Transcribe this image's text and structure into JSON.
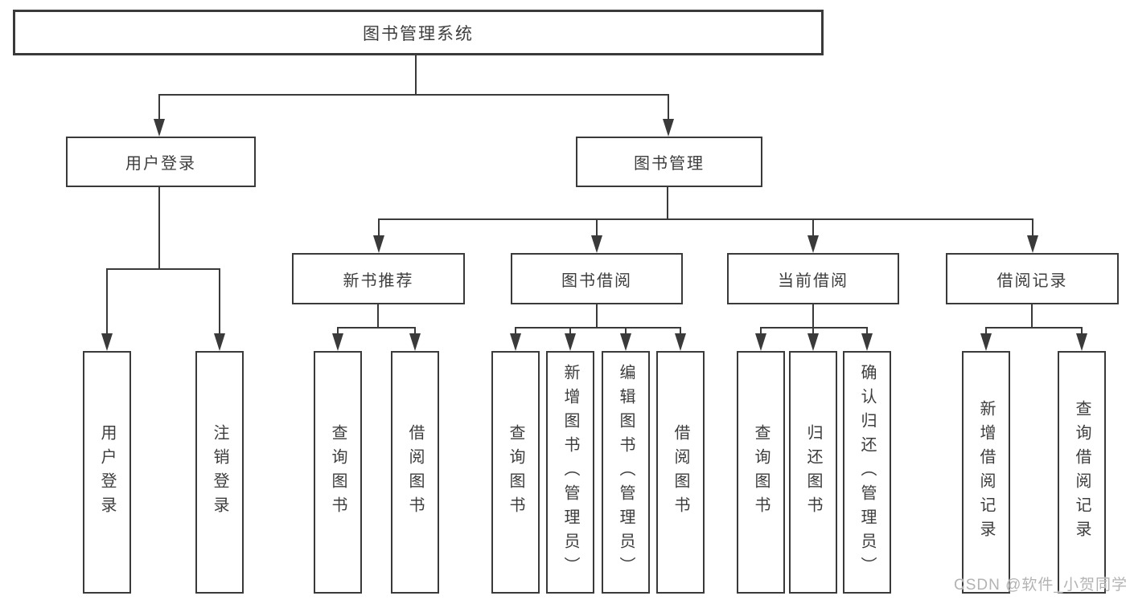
{
  "colors": {
    "line": "#3a3a3a",
    "text": "#3d3d3d",
    "watermark": "#b3b3b3",
    "background": "#ffffff"
  },
  "diagram": {
    "title": "图书管理系统",
    "children": [
      {
        "label": "用户登录",
        "children": [
          {
            "label": "用户登录"
          },
          {
            "label": "注销登录"
          }
        ]
      },
      {
        "label": "图书管理",
        "children": [
          {
            "label": "新书推荐",
            "children": [
              {
                "label": "查询图书"
              },
              {
                "label": "借阅图书"
              }
            ]
          },
          {
            "label": "图书借阅",
            "children": [
              {
                "label": "查询图书"
              },
              {
                "label": "新增图书（管理员）"
              },
              {
                "label": "编辑图书（管理员）"
              },
              {
                "label": "借阅图书"
              }
            ]
          },
          {
            "label": "当前借阅",
            "children": [
              {
                "label": "查询图书"
              },
              {
                "label": "归还图书"
              },
              {
                "label": "确认归还（管理员）"
              }
            ]
          },
          {
            "label": "借阅记录",
            "children": [
              {
                "label": "新增借阅记录"
              },
              {
                "label": "查询借阅记录"
              }
            ]
          }
        ]
      }
    ]
  },
  "watermark": {
    "text": "CSDN @软件_小贺同学"
  }
}
